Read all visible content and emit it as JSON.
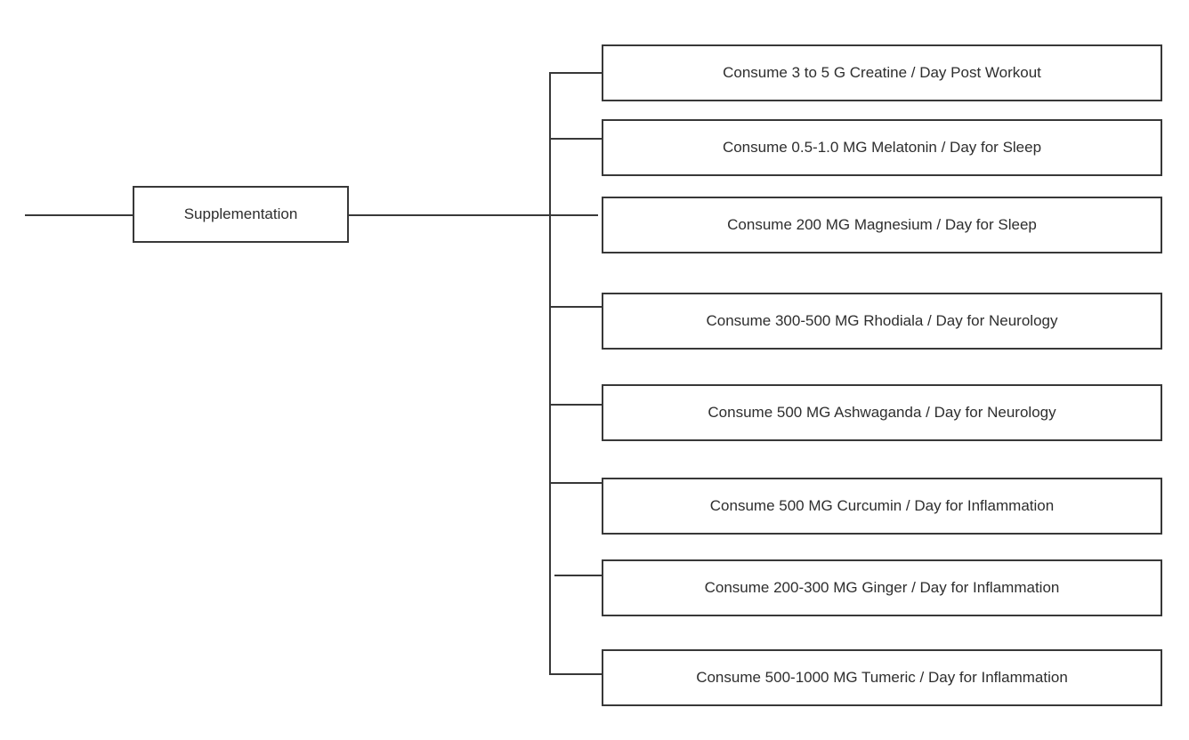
{
  "diagram": {
    "root": {
      "label": "Supplementation"
    },
    "children": [
      {
        "label": "Consume 3 to 5 G Creatine / Day Post Workout"
      },
      {
        "label": "Consume 0.5-1.0 MG Melatonin / Day for Sleep"
      },
      {
        "label": "Consume 200 MG Magnesium / Day for Sleep"
      },
      {
        "label": "Consume 300-500 MG Rhodiala / Day for Neurology"
      },
      {
        "label": "Consume 500 MG Ashwaganda / Day for Neurology"
      },
      {
        "label": "Consume 500 MG Curcumin / Day for Inflammation"
      },
      {
        "label": "Consume 200-300 MG Ginger / Day for Inflammation"
      },
      {
        "label": "Consume 500-1000 MG Tumeric / Day for Inflammation"
      }
    ],
    "colors": {
      "stroke": "#383838",
      "text": "#2e2e2e",
      "background": "#ffffff"
    }
  }
}
